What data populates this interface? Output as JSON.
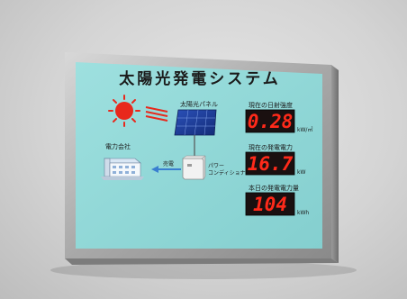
{
  "board": {
    "title": "太陽光発電システム",
    "panel_label": "太陽光パネル",
    "company_label": "電力会社",
    "flow_label": "売電",
    "inverter_label_line1": "パワー",
    "inverter_label_line2": "コンディショナー"
  },
  "readings": [
    {
      "label": "現在の日射強度",
      "value": "0.28",
      "unit": "kW/㎡"
    },
    {
      "label": "現在の発電電力",
      "value": "16.7",
      "unit": "kW"
    },
    {
      "label": "本日の発電電力量",
      "value": "104",
      "unit": "kWh"
    }
  ],
  "colors": {
    "board_face": "#8fd6d6",
    "frame": "#a8a8a8",
    "display_bg": "#1a1010",
    "display_digit": "#ff2a1a",
    "sun": "#e8281c",
    "arrow": "#3a7fd0",
    "solar_panel": "#1f3f9a"
  },
  "icons": [
    "sun-icon",
    "solar-panel-icon",
    "power-plant-icon",
    "inverter-icon",
    "arrow-left-icon"
  ]
}
